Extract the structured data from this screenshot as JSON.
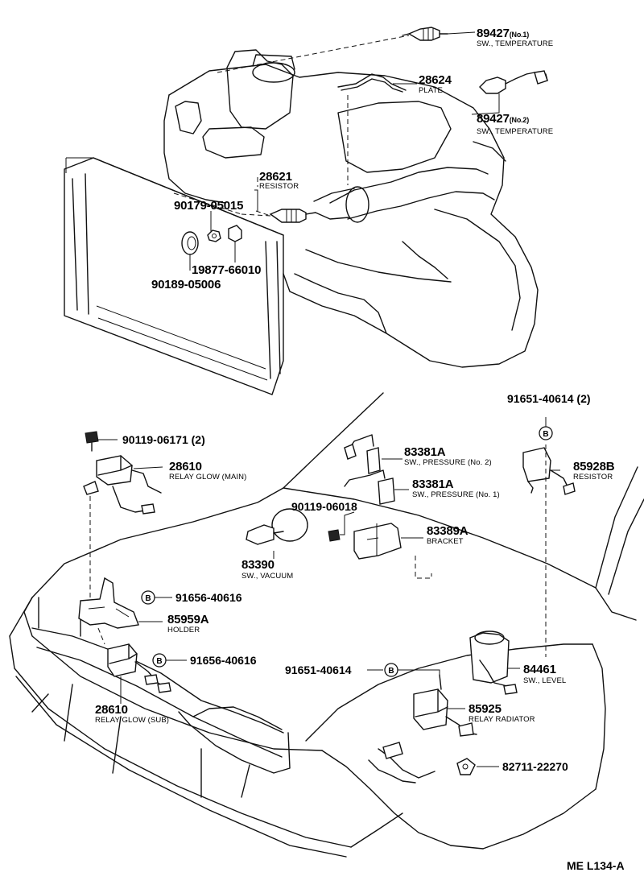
{
  "diagram_code": "ME L134-A",
  "callout_marker": "B",
  "parts": {
    "p89427_no1": {
      "number": "89427",
      "qualifier": "(No.1)",
      "description": "SW., TEMPERATURE"
    },
    "p28624": {
      "number": "28624",
      "description": "PLATE"
    },
    "p89427_no2": {
      "number": "89427",
      "qualifier": "(No.2)",
      "description": "SW., TEMPERATURE"
    },
    "p28621": {
      "number": "28621",
      "description": "RESISTOR"
    },
    "p90179": {
      "number": "90179-05015"
    },
    "p19877": {
      "number": "19877-66010"
    },
    "p90189": {
      "number": "90189-05006"
    },
    "p91651_top": {
      "number": "91651-40614 (2)"
    },
    "p90119_06171": {
      "number": "90119-06171 (2)"
    },
    "p28610_main": {
      "number": "28610",
      "description": "RELAY GLOW (MAIN)"
    },
    "p83381A_no2": {
      "number": "83381A",
      "description": "SW., PRESSURE (No. 2)"
    },
    "p85928B": {
      "number": "85928B",
      "description": "RESISTOR"
    },
    "p83381A_no1": {
      "number": "83381A",
      "description": "SW., PRESSURE (No. 1)"
    },
    "p90119_06018": {
      "number": "90119-06018"
    },
    "p83389A": {
      "number": "83389A",
      "description": "BRACKET"
    },
    "p83390": {
      "number": "83390",
      "description": "SW., VACUUM"
    },
    "p91656_a": {
      "number": "91656-40616"
    },
    "p85959A": {
      "number": "85959A",
      "description": "HOLDER"
    },
    "p91656_b": {
      "number": "91656-40616"
    },
    "p91651_mid": {
      "number": "91651-40614"
    },
    "p84461": {
      "number": "84461",
      "description": "SW., LEVEL"
    },
    "p28610_sub": {
      "number": "28610",
      "description": "RELAY GLOW (SUB)"
    },
    "p85925": {
      "number": "85925",
      "description": "RELAY RADIATOR"
    },
    "p82711": {
      "number": "82711-22270"
    }
  }
}
